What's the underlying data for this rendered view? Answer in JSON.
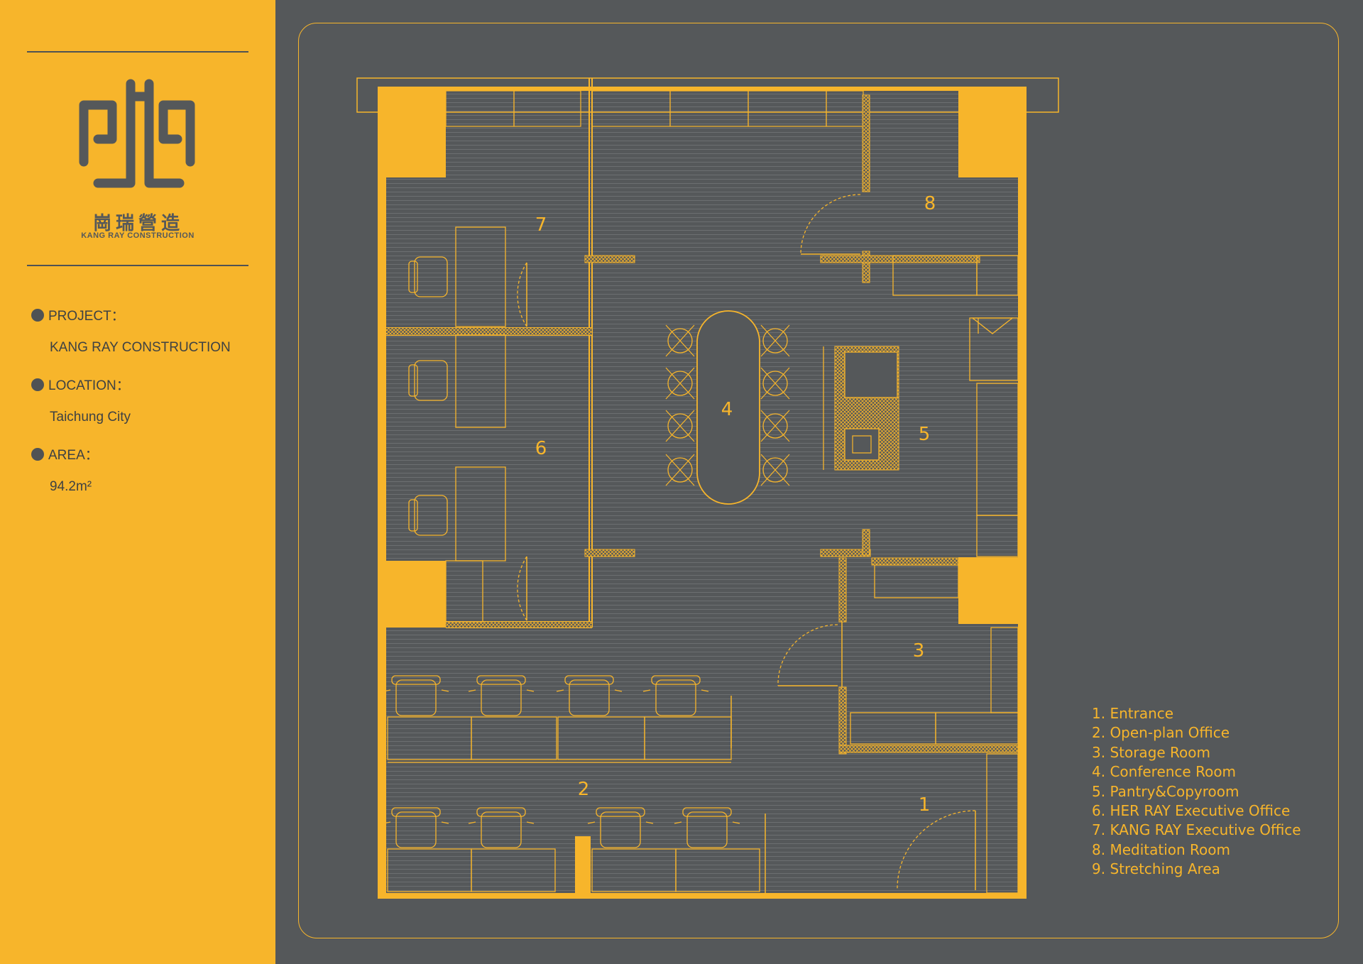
{
  "brand": {
    "name_cn": "崗瑞營造",
    "name_en": "KANG RAY CONSTRUCTION"
  },
  "info": {
    "project_label": "PROJECT：",
    "project_value": "KANG RAY CONSTRUCTION",
    "location_label": "LOCATION：",
    "location_value": "Taichung City",
    "area_label": "AREA：",
    "area_value": "94.2m²"
  },
  "plan": {
    "rooms": [
      "1",
      "2",
      "3",
      "4",
      "5",
      "6",
      "7",
      "8"
    ]
  },
  "legend": [
    "1. Entrance",
    "2. Open-plan Office",
    "3. Storage Room",
    "4. Conference Room",
    "5. Pantry&Copyroom",
    "6. HER RAY Executive Office",
    "7. KANG RAY Executive Office",
    "8. Meditation Room",
    "9. Stretching Area"
  ],
  "colors": {
    "accent": "#f7b52b",
    "background": "#55585a",
    "text_dark": "#3e4143"
  }
}
